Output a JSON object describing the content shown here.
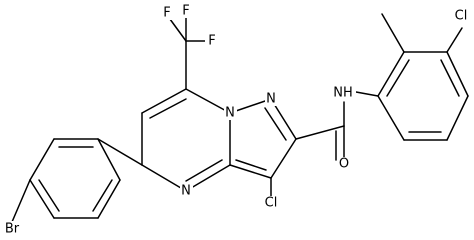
{
  "molecule": {
    "atom_labels": {
      "f1": "F",
      "f2": "F",
      "f3": "F",
      "cl_aryl": "Cl",
      "cl_pyrazole": "Cl",
      "br": "Br",
      "n_ring_a": "N",
      "n_ring_b": "N",
      "n_ring_c": "N",
      "nh": "NH",
      "o": "O"
    },
    "colors": {
      "bond": "#000000",
      "label": "#000000",
      "background": "#ffffff"
    }
  }
}
